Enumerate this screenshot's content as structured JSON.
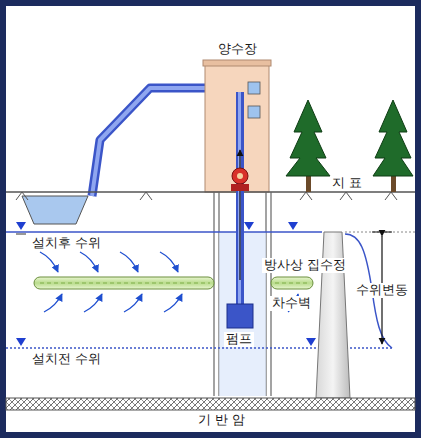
{
  "diagram": {
    "labels": [
      "양수장",
      "지 표",
      "설치후 수위",
      "방사상 집수정",
      "차수벽",
      "수위변동",
      "펌프",
      "설치전 수위",
      "기 반 암"
    ]
  }
}
